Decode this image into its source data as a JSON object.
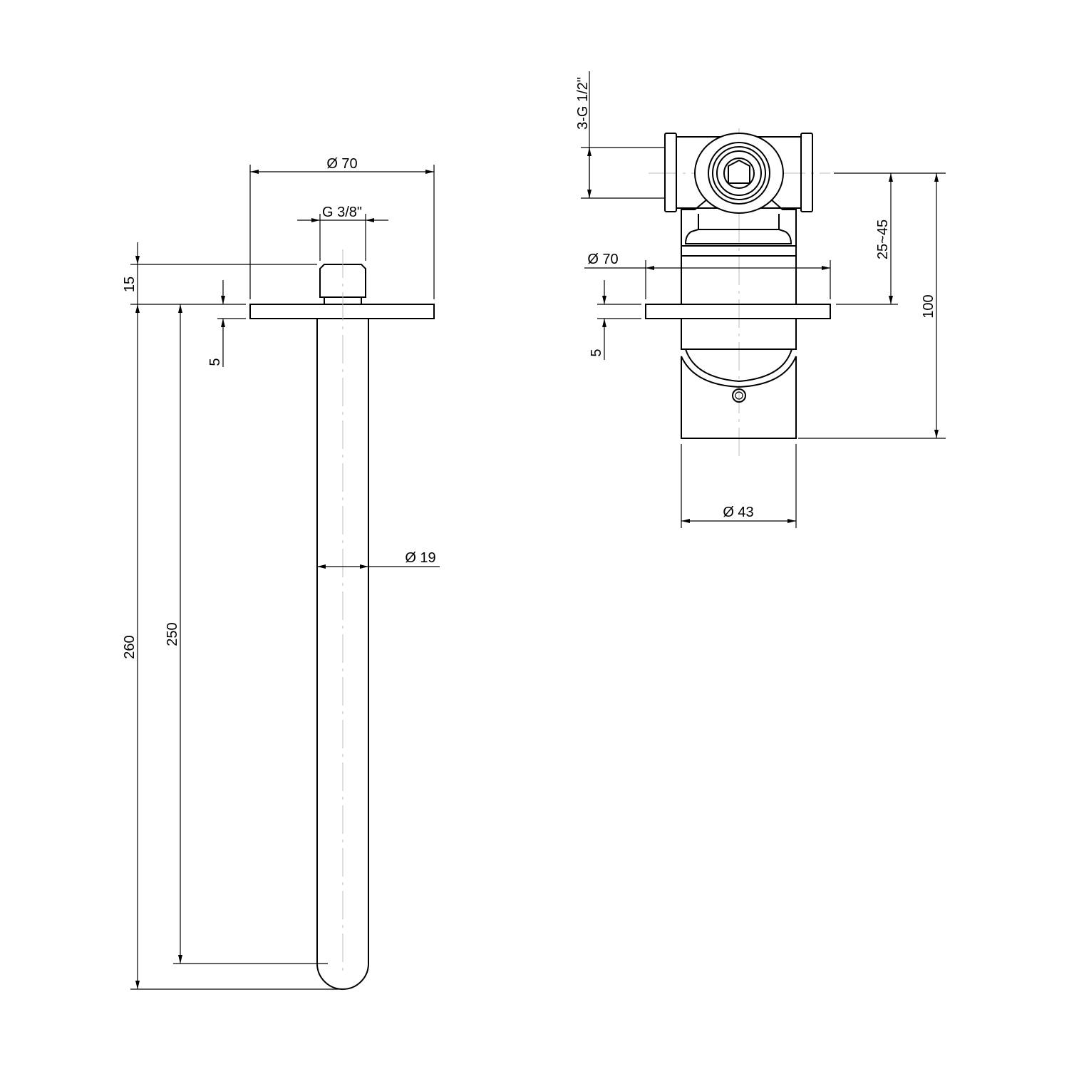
{
  "side_view": {
    "flange_diameter": "Ø 70",
    "thread_size": "G 3/8\"",
    "thread_height": "15",
    "flange_thickness": "5",
    "total_length": "260",
    "spout_length": "250",
    "pipe_diameter": "Ø 19"
  },
  "front_view": {
    "inlet_thread": "3-G 1/2\"",
    "flange_diameter": "Ø 70",
    "flange_thickness": "5",
    "wall_depth_range": "25~45",
    "overall_height": "100",
    "handle_diameter": "Ø 43"
  },
  "colors": {
    "line": "#000000",
    "centerline": "#bbbbbb",
    "background": "#ffffff"
  }
}
